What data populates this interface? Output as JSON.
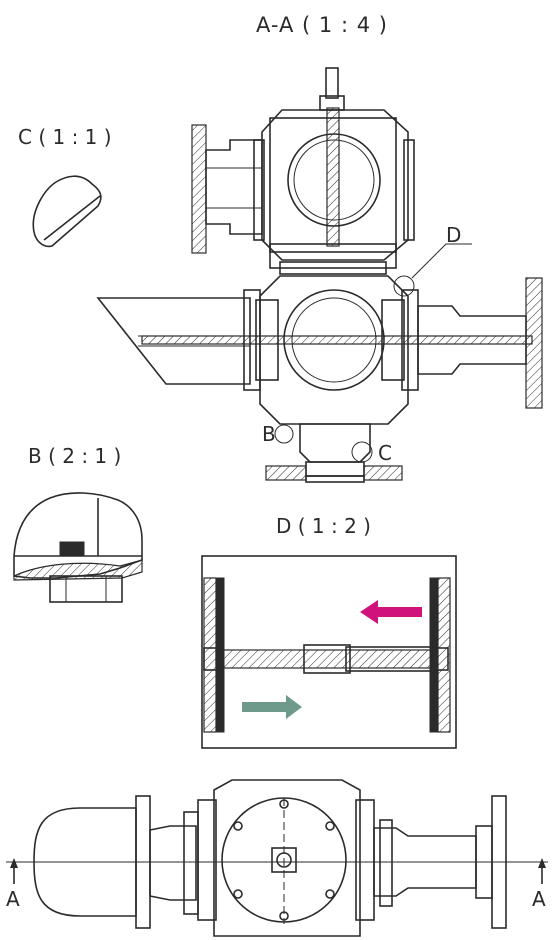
{
  "labels": {
    "section_aa": "A-A ( 1 : 4 )",
    "detail_c": "C ( 1 : 1 )",
    "detail_b": "B ( 2 : 1 )",
    "detail_d": "D ( 1 : 2 )",
    "callout_d": "D",
    "callout_b": "B",
    "callout_c": "C",
    "section_mark_left": "A",
    "section_mark_right": "A"
  },
  "colors": {
    "arrow_magenta": "#d0127c",
    "arrow_teal": "#6e9a8c",
    "ink": "#2b2b2b"
  }
}
